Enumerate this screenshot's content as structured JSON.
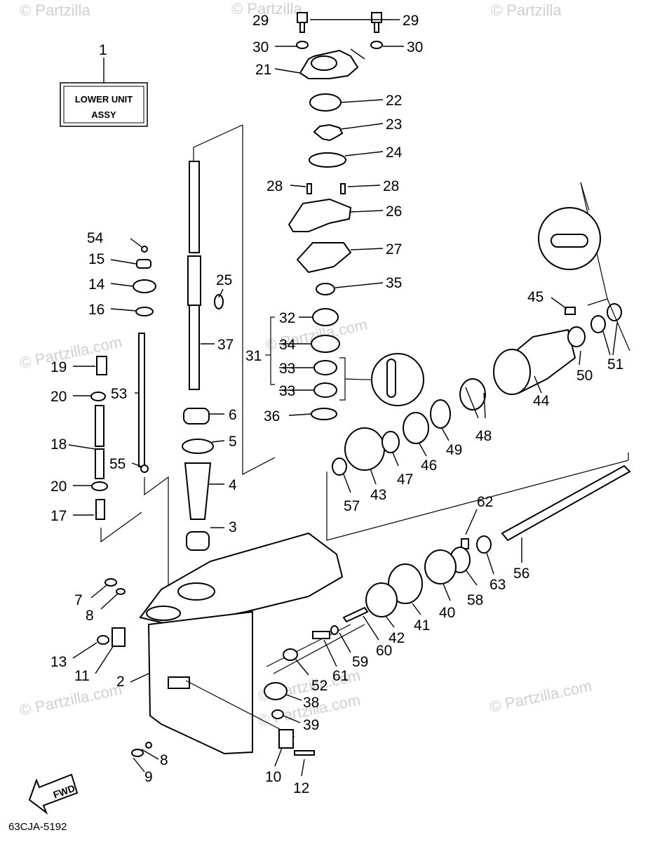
{
  "watermarks": [
    "© Partzilla",
    "© Partzilla",
    "© Partzilla",
    "© Partzilla.com",
    "© Partzilla.com",
    "© Partzilla.com",
    "© Partzilla.com",
    "© Partzilla.com",
    "© Partzilla.com"
  ],
  "lower_unit_box": {
    "line1": "LOWER UNIT",
    "line2": "ASSY"
  },
  "fwd_label": "FWD",
  "diagram_code": "63CJA-5192",
  "labels": {
    "p1": "1",
    "p29a": "29",
    "p29b": "29",
    "p30a": "30",
    "p30b": "30",
    "p21": "21",
    "p22": "22",
    "p23": "23",
    "p24": "24",
    "p28a": "28",
    "p28b": "28",
    "p26": "26",
    "p27": "27",
    "p35": "35",
    "p54": "54",
    "p15": "15",
    "p14": "14",
    "p25": "25",
    "p16": "16",
    "p37": "37",
    "p45": "45",
    "p32": "32",
    "p34": "34",
    "p31": "31",
    "p33a": "33",
    "p33b": "33",
    "p19": "19",
    "p50": "50",
    "p51": "51",
    "p20a": "20",
    "p53": "53",
    "p44": "44",
    "p6": "6",
    "p36": "36",
    "p48": "48",
    "p18": "18",
    "p5": "5",
    "p49": "49",
    "p46": "46",
    "p55": "55",
    "p47": "47",
    "p4": "4",
    "p20b": "20",
    "p43": "43",
    "p57": "57",
    "p17": "17",
    "p62": "62",
    "p3": "3",
    "p56": "56",
    "p63": "63",
    "p58": "58",
    "p40": "40",
    "p7": "7",
    "p41": "41",
    "p8a": "8",
    "p42": "42",
    "p60": "60",
    "p59": "59",
    "p13": "13",
    "p61": "61",
    "p11": "11",
    "p52": "52",
    "p2": "2",
    "p38": "38",
    "p39": "39",
    "p8b": "8",
    "p9": "9",
    "p10": "10",
    "p12": "12"
  }
}
